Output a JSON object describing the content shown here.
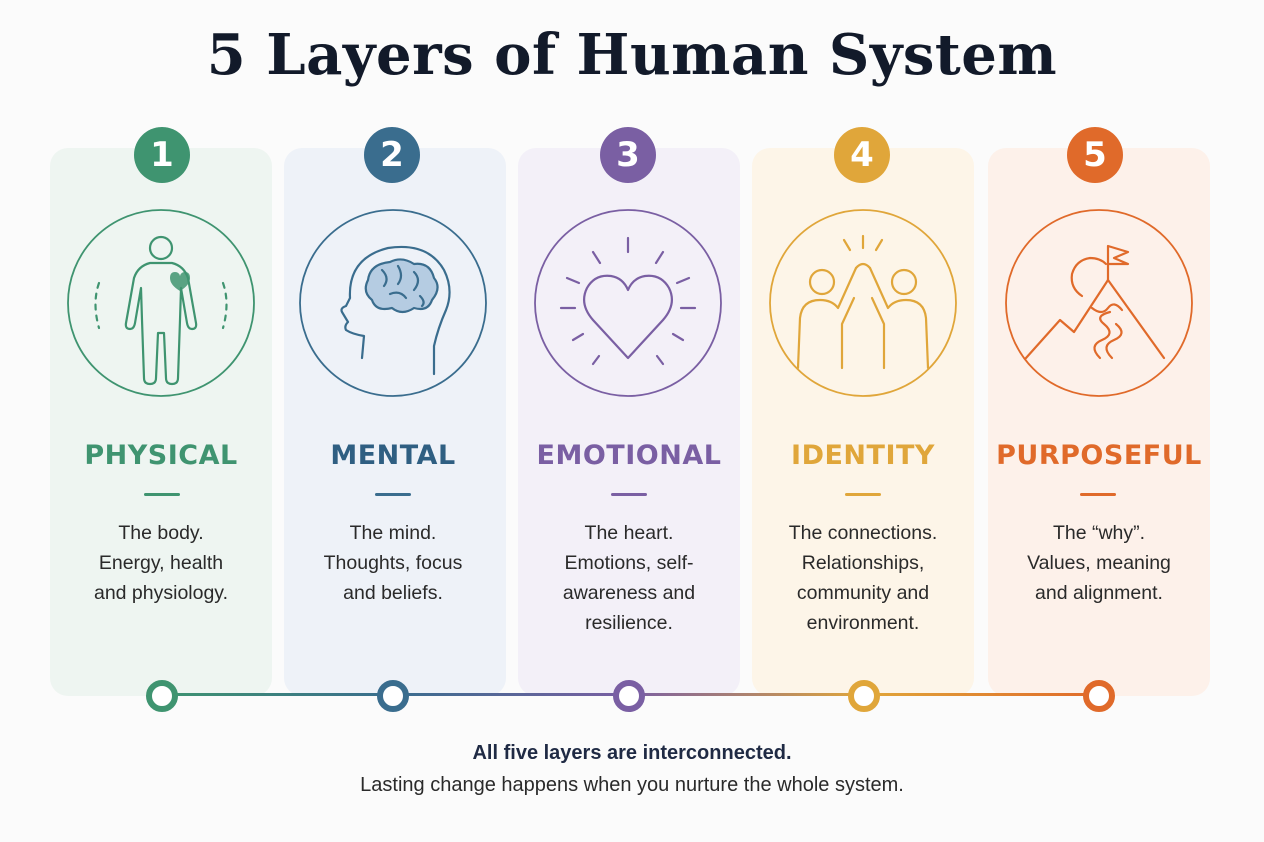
{
  "title": "5 Layers of Human System",
  "layers": [
    {
      "number": "1",
      "name": "PHYSICAL",
      "description": [
        "The body.",
        "Energy, health",
        "and physiology."
      ],
      "icon": "human-body-heart-icon",
      "color": "#3f9470",
      "card_bg": "#eef5f1"
    },
    {
      "number": "2",
      "name": "MENTAL",
      "description": [
        "The mind.",
        "Thoughts, focus",
        "and beliefs."
      ],
      "icon": "head-brain-icon",
      "color": "#3a6d8e",
      "card_bg": "#eef2f8"
    },
    {
      "number": "3",
      "name": "EMOTIONAL",
      "description": [
        "The heart.",
        "Emotions, self-",
        "awareness and",
        "resilience."
      ],
      "icon": "radiant-heart-icon",
      "color": "#7a5fa3",
      "card_bg": "#f3f0f8"
    },
    {
      "number": "4",
      "name": "IDENTITY",
      "description": [
        "The connections.",
        "Relationships,",
        "community and",
        "environment."
      ],
      "icon": "high-five-icon",
      "color": "#e0a63a",
      "card_bg": "#fdf5e8"
    },
    {
      "number": "5",
      "name": "PURPOSEFUL",
      "description": [
        "The “why”.",
        "Values, meaning",
        "and alignment."
      ],
      "icon": "mountain-flag-icon",
      "color": "#e06a2a",
      "card_bg": "#fdf1ea"
    }
  ],
  "footer": {
    "line1": "All five layers are interconnected.",
    "line2": "Lasting change happens when you nurture the whole system."
  }
}
